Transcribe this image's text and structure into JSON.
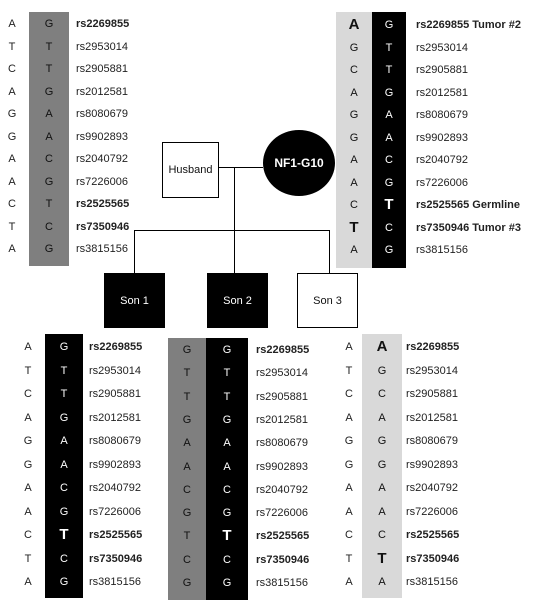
{
  "pedigree": {
    "husband": "Husband",
    "proband": "NF1-G10",
    "son1": "Son 1",
    "son2": "Son 2",
    "son3": "Son 3"
  },
  "panels": [
    {
      "id": "proband",
      "rows": [
        {
          "a1": "A",
          "a2": "G",
          "rs": "rs2269855",
          "bold": true
        },
        {
          "a1": "T",
          "a2": "T",
          "rs": "rs2953014"
        },
        {
          "a1": "C",
          "a2": "T",
          "rs": "rs2905881"
        },
        {
          "a1": "A",
          "a2": "G",
          "rs": "rs2012581"
        },
        {
          "a1": "G",
          "a2": "A",
          "rs": "rs8080679"
        },
        {
          "a1": "G",
          "a2": "A",
          "rs": "rs9902893"
        },
        {
          "a1": "A",
          "a2": "C",
          "rs": "rs2040792"
        },
        {
          "a1": "A",
          "a2": "G",
          "rs": "rs7226006"
        },
        {
          "a1": "C",
          "a2": "T",
          "rs": "rs2525565",
          "bold": true
        },
        {
          "a1": "T",
          "a2": "C",
          "rs": "rs7350946",
          "bold": true
        },
        {
          "a1": "A",
          "a2": "G",
          "rs": "rs3815156"
        }
      ]
    },
    {
      "id": "tumor",
      "rows": [
        {
          "a1": "A",
          "a2": "G",
          "rs": "rs2269855 Tumor #2",
          "bold": true,
          "big1": true
        },
        {
          "a1": "G",
          "a2": "T",
          "rs": "rs2953014"
        },
        {
          "a1": "C",
          "a2": "T",
          "rs": "rs2905881"
        },
        {
          "a1": "A",
          "a2": "G",
          "rs": "rs2012581"
        },
        {
          "a1": "G",
          "a2": "A",
          "rs": "rs8080679"
        },
        {
          "a1": "G",
          "a2": "A",
          "rs": "rs9902893"
        },
        {
          "a1": "A",
          "a2": "C",
          "rs": "rs2040792"
        },
        {
          "a1": "A",
          "a2": "G",
          "rs": "rs7226006"
        },
        {
          "a1": "C",
          "a2": "T",
          "rs": "rs2525565 Germline",
          "bold": true,
          "big2": true
        },
        {
          "a1": "T",
          "a2": "C",
          "rs": "rs7350946 Tumor #3",
          "bold": true,
          "big1": true
        },
        {
          "a1": "A",
          "a2": "G",
          "rs": "rs3815156"
        }
      ]
    },
    {
      "id": "son1",
      "rows": [
        {
          "a1": "A",
          "a2": "G",
          "rs": "rs2269855",
          "bold": true
        },
        {
          "a1": "T",
          "a2": "T",
          "rs": "rs2953014"
        },
        {
          "a1": "C",
          "a2": "T",
          "rs": "rs2905881"
        },
        {
          "a1": "A",
          "a2": "G",
          "rs": "rs2012581"
        },
        {
          "a1": "G",
          "a2": "A",
          "rs": "rs8080679"
        },
        {
          "a1": "G",
          "a2": "A",
          "rs": "rs9902893"
        },
        {
          "a1": "A",
          "a2": "C",
          "rs": "rs2040792"
        },
        {
          "a1": "A",
          "a2": "G",
          "rs": "rs7226006"
        },
        {
          "a1": "C",
          "a2": "T",
          "rs": "rs2525565",
          "bold": true,
          "big2": true
        },
        {
          "a1": "T",
          "a2": "C",
          "rs": "rs7350946",
          "bold": true
        },
        {
          "a1": "A",
          "a2": "G",
          "rs": "rs3815156"
        }
      ]
    },
    {
      "id": "son2",
      "rows": [
        {
          "a1": "G",
          "a2": "G",
          "rs": "rs2269855",
          "bold": true
        },
        {
          "a1": "T",
          "a2": "T",
          "rs": "rs2953014"
        },
        {
          "a1": "T",
          "a2": "T",
          "rs": "rs2905881"
        },
        {
          "a1": "G",
          "a2": "G",
          "rs": "rs2012581"
        },
        {
          "a1": "A",
          "a2": "A",
          "rs": "rs8080679"
        },
        {
          "a1": "A",
          "a2": "A",
          "rs": "rs9902893"
        },
        {
          "a1": "C",
          "a2": "C",
          "rs": "rs2040792"
        },
        {
          "a1": "G",
          "a2": "G",
          "rs": "rs7226006"
        },
        {
          "a1": "T",
          "a2": "T",
          "rs": "rs2525565",
          "bold": true,
          "big2": true
        },
        {
          "a1": "C",
          "a2": "C",
          "rs": "rs7350946",
          "bold": true
        },
        {
          "a1": "G",
          "a2": "G",
          "rs": "rs3815156"
        }
      ]
    },
    {
      "id": "son3",
      "rows": [
        {
          "a1": "A",
          "a2": "A",
          "rs": "rs2269855",
          "bold": true,
          "big2": true
        },
        {
          "a1": "T",
          "a2": "G",
          "rs": "rs2953014"
        },
        {
          "a1": "C",
          "a2": "C",
          "rs": "rs2905881"
        },
        {
          "a1": "A",
          "a2": "A",
          "rs": "rs2012581"
        },
        {
          "a1": "G",
          "a2": "G",
          "rs": "rs8080679"
        },
        {
          "a1": "G",
          "a2": "G",
          "rs": "rs9902893"
        },
        {
          "a1": "A",
          "a2": "A",
          "rs": "rs2040792"
        },
        {
          "a1": "A",
          "a2": "A",
          "rs": "rs7226006"
        },
        {
          "a1": "C",
          "a2": "C",
          "rs": "rs2525565",
          "bold": true
        },
        {
          "a1": "T",
          "a2": "T",
          "rs": "rs7350946",
          "bold": true,
          "big2": true
        },
        {
          "a1": "A",
          "a2": "A",
          "rs": "rs3815156"
        }
      ]
    }
  ],
  "colors": {
    "black": "#000000",
    "dark_gray": "#7f7f7f",
    "light_gray": "#d9d9d9",
    "white_text": "#ffffff"
  }
}
